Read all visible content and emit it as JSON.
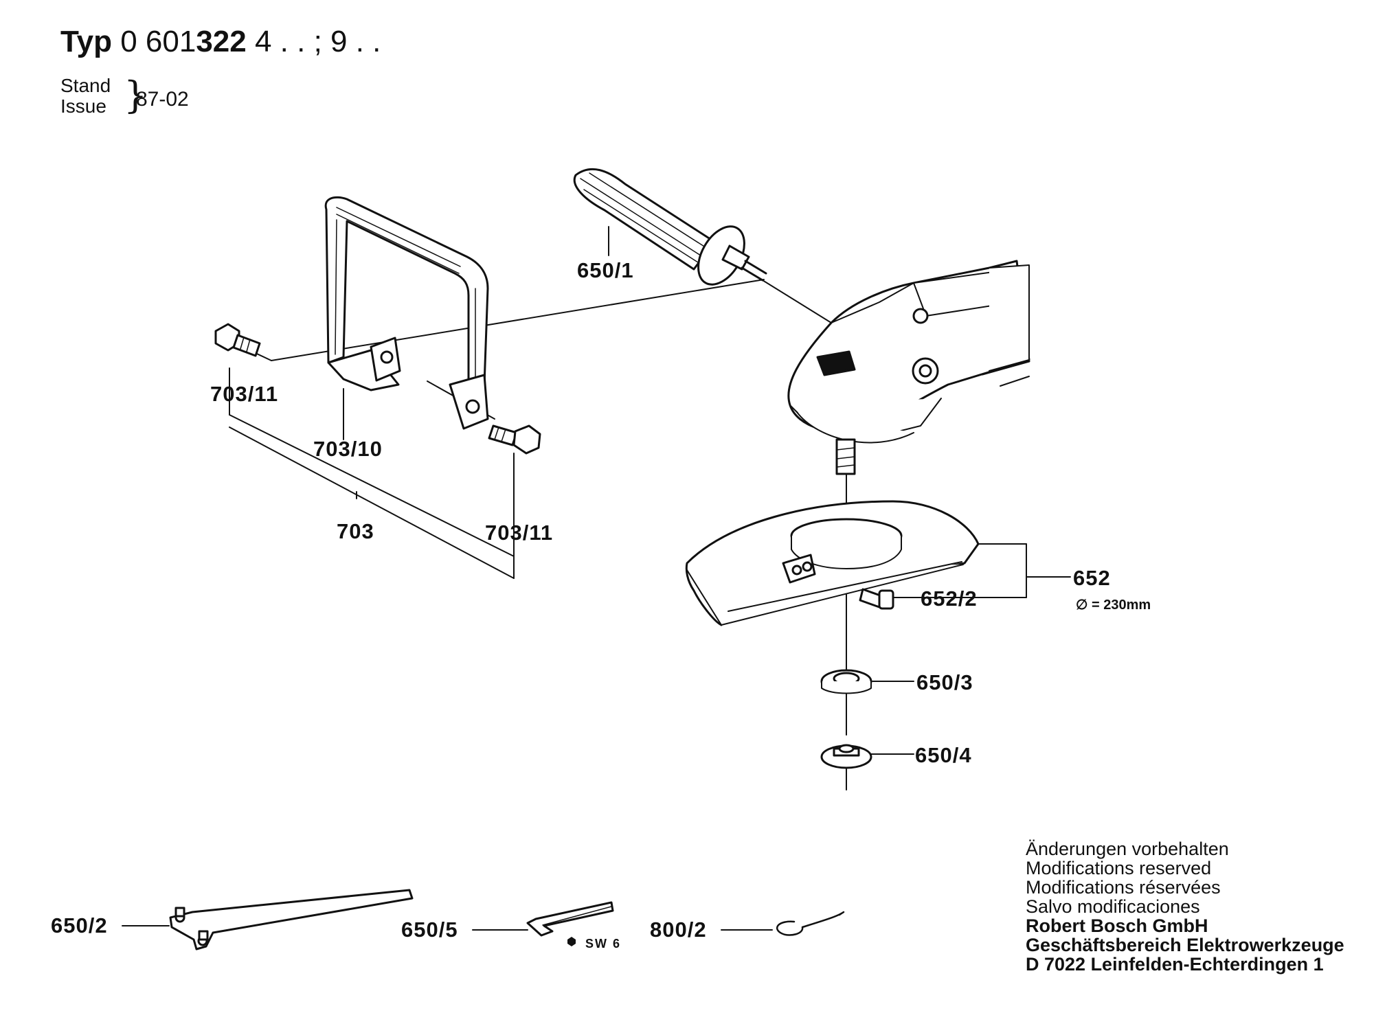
{
  "header": {
    "typ_label": "Typ",
    "code_part1": "0 601",
    "code_part2": "322",
    "code_part3": "4 . . ; 9 . .",
    "stand_label": "Stand",
    "issue_label": "Issue",
    "date": "87-02"
  },
  "labels": {
    "p650_1": "650/1",
    "p703_11_left": "703/11",
    "p703_10": "703/10",
    "p703": "703",
    "p703_11_right": "703/11",
    "p652": "652",
    "diameter": "∅ = 230mm",
    "p652_2": "652/2",
    "p650_3": "650/3",
    "p650_4": "650/4",
    "p650_2": "650/2",
    "p650_5": "650/5",
    "sw": "SW 6",
    "p800_2": "800/2"
  },
  "notes": {
    "de": "Änderungen vorbehalten",
    "en": "Modifications reserved",
    "fr": "Modifications réservées",
    "es": "Salvo modificaciones",
    "company": "Robert Bosch GmbH",
    "division": "Geschäftsbereich Elektrowerkzeuge",
    "address": "D 7022 Leinfelden-Echterdingen 1"
  }
}
